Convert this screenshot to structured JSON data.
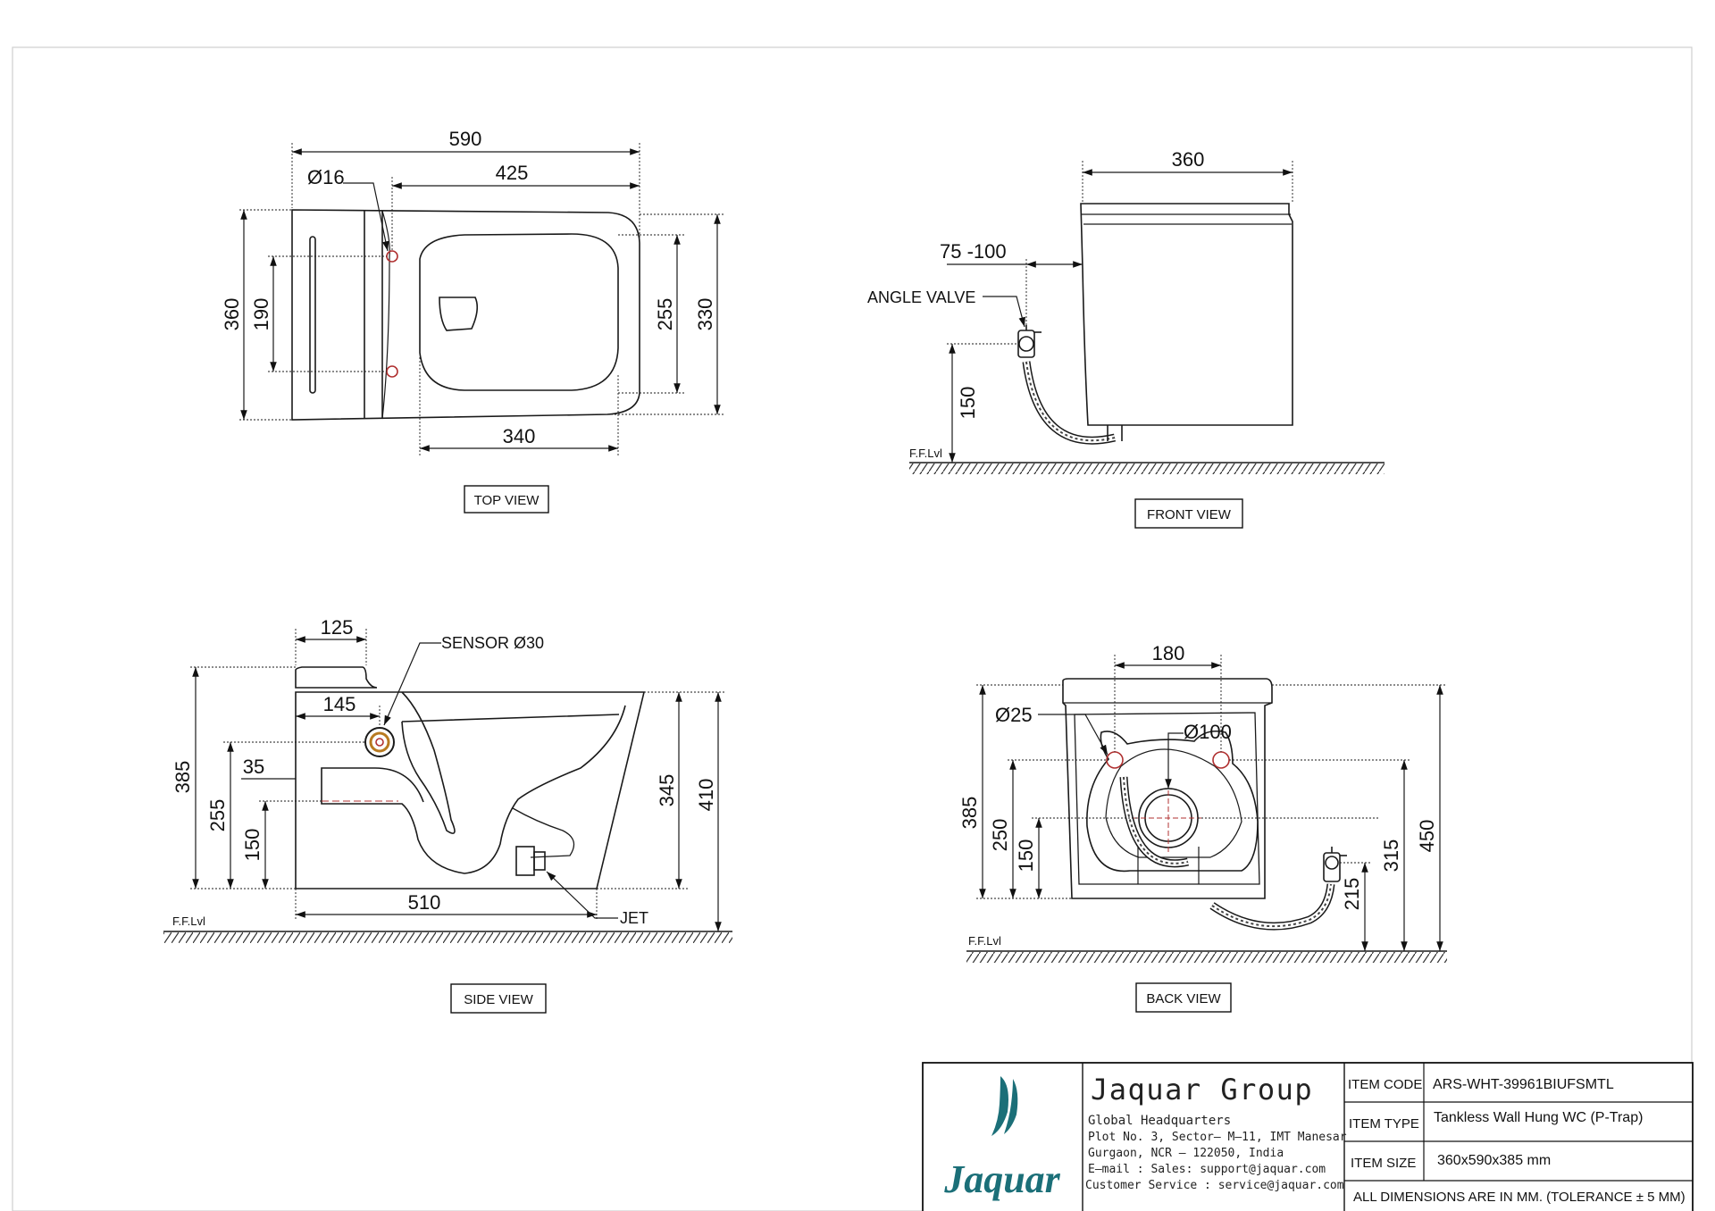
{
  "views": {
    "top": {
      "label": "TOP VIEW",
      "dims": {
        "overall_length": "590",
        "seat_length": "425",
        "hole_dia": "Ø16",
        "overall_width": "360",
        "hole_spacing": "190",
        "seat_width": "255",
        "rim_width": "330",
        "opening_length": "340"
      }
    },
    "front": {
      "label": "FRONT VIEW",
      "dims": {
        "width": "360",
        "valve_offset": "75 -100",
        "valve_height": "150"
      },
      "angle_valve": "ANGLE VALVE",
      "floor": "F.F.Lvl"
    },
    "side": {
      "label": "SIDE VIEW",
      "dims": {
        "tank_depth": "125",
        "sensor_offset": "145",
        "pipe_dia": "35",
        "height": "385",
        "sensor_height": "255",
        "outlet_height": "150",
        "bowl_height": "345",
        "total_height": "410",
        "length": "510"
      },
      "sensor": "SENSOR  Ø30",
      "jet": "JET",
      "floor": "F.F.Lvl"
    },
    "back": {
      "label": "BACK VIEW",
      "dims": {
        "bolt_spacing": "180",
        "bolt_dia": "Ø25",
        "outlet_dia": "Ø100",
        "height": "385",
        "bolt_height": "250",
        "outlet_height": "150",
        "valve_height": "215",
        "height_315": "315",
        "total_height": "450"
      },
      "floor": "F.F.Lvl"
    }
  },
  "title_block": {
    "company": "Jaquar Group",
    "logo_text": "Jaquar",
    "address_lines": [
      "Global Headquarters",
      "Plot No. 3, Sector– M–11, IMT Manesar",
      "Gurgaon, NCR – 122050, India",
      "E–mail :  Sales:  support@jaquar.com",
      "Customer Service  :  service@jaquar.com"
    ],
    "item_code_label": "ITEM CODE",
    "item_code": "ARS-WHT-39961BIUFSMTL",
    "item_type_label": "ITEM TYPE",
    "item_type": "Tankless Wall Hung WC (P-Trap)",
    "item_size_label": "ITEM SIZE",
    "item_size": "360x590x385 mm",
    "note": "ALL DIMENSIONS ARE IN MM. (TOLERANCE ± 5 MM)"
  },
  "colors": {
    "line": "#1a1a1a",
    "accent": "#b03030",
    "brand": "#1b6f78"
  }
}
